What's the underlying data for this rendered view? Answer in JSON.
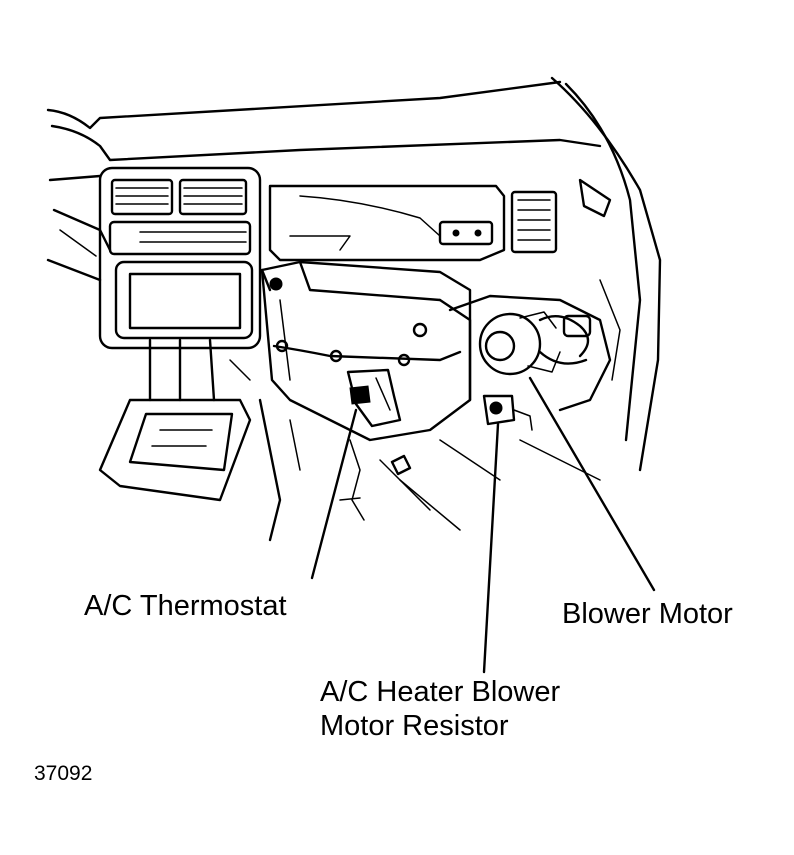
{
  "labels": {
    "thermostat": "A/C Thermostat",
    "blower_motor": "Blower Motor",
    "resistor_line1": "A/C Heater Blower",
    "resistor_line2": "Motor Resistor"
  },
  "figure_number": "37092",
  "colors": {
    "ink": "#000000",
    "paper": "#ffffff"
  }
}
